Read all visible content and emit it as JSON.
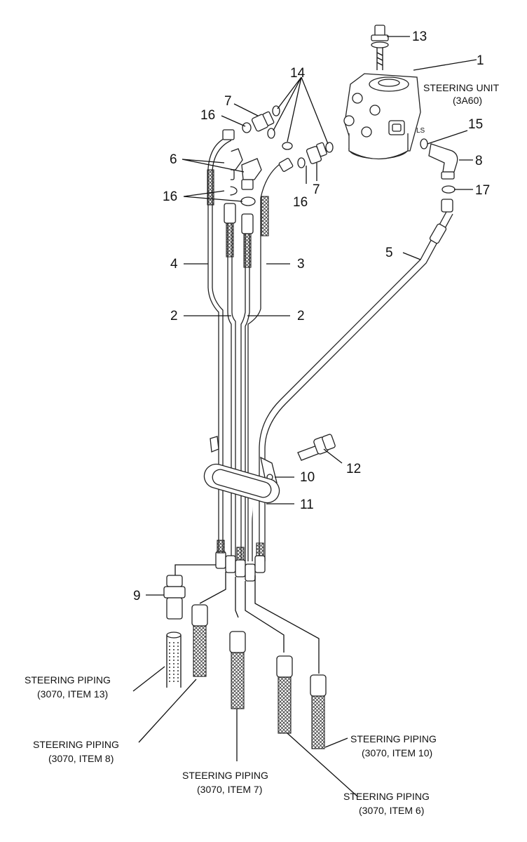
{
  "callouts": {
    "n1": "1",
    "n2a": "2",
    "n2b": "2",
    "n3": "3",
    "n4": "4",
    "n5": "5",
    "n6": "6",
    "n7a": "7",
    "n7b": "7",
    "n8": "8",
    "n9": "9",
    "n10": "10",
    "n11": "11",
    "n12": "12",
    "n13": "13",
    "n14": "14",
    "n15": "15",
    "n16a": "16",
    "n16b": "16",
    "n16c": "16",
    "n17": "17"
  },
  "labels": {
    "steering_unit": "STEERING UNIT",
    "steering_unit_ref": "(3A60)",
    "ls_port": "LS",
    "pipe13_title": "STEERING PIPING",
    "pipe13_ref": "(3070, ITEM 13)",
    "pipe8_title": "STEERING PIPING",
    "pipe8_ref": "(3070, ITEM 8)",
    "pipe7_title": "STEERING PIPING",
    "pipe7_ref": "(3070, ITEM 7)",
    "pipe10_title": "STEERING PIPING",
    "pipe10_ref": "(3070, ITEM 10)",
    "pipe6_title": "STEERING PIPING",
    "pipe6_ref": "(3070, ITEM 6)"
  }
}
